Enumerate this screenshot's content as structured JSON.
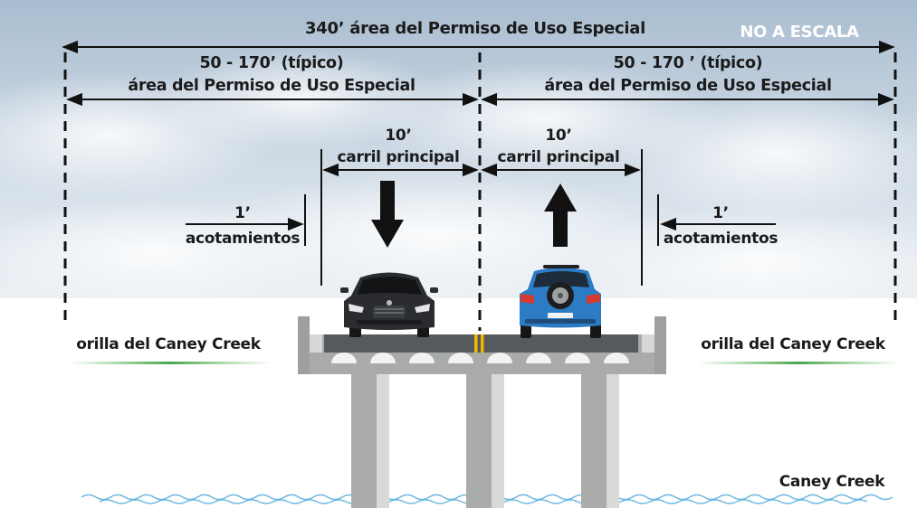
{
  "top_dimension": "340’ área del Permiso de Uso Especial",
  "scale_note": "NO A ESCALA",
  "left_section": {
    "width": "50 - 170’ (típico)",
    "label": "área del Permiso de Uso Especial"
  },
  "right_section": {
    "width": "50 - 170 ’ (típico)",
    "label": "área del Permiso de Uso Especial"
  },
  "left_lane": {
    "width": "10’",
    "label": "carril principal"
  },
  "right_lane": {
    "width": "10’",
    "label": "carril principal"
  },
  "left_shoulder": {
    "width": "1’",
    "label": "acotamientos"
  },
  "right_shoulder": {
    "width": "1’",
    "label": "acotamientos"
  },
  "left_bank": "orilla del Caney Creek",
  "right_bank": "orilla del Caney Creek",
  "creek": "Caney Creek",
  "colors": {
    "sky": "#c9d7e3",
    "deck": "#a5a8a5",
    "pavement": "#575a5c",
    "centerline": "#f0b800",
    "left_car": "#2a2c2f",
    "right_car": "#2b7cc4",
    "grass": "#5cb85c",
    "water": "#4aa8d8"
  }
}
